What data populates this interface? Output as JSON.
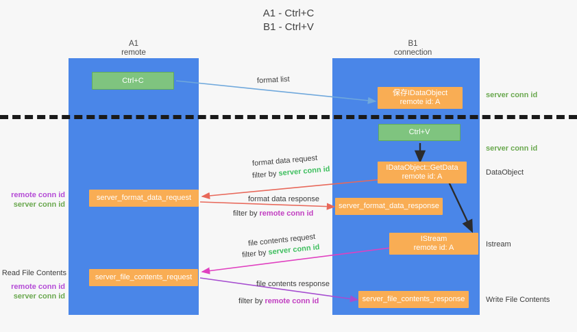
{
  "title": {
    "line1": "A1 - Ctrl+C",
    "line2": "B1 - Ctrl+V"
  },
  "lanes": [
    {
      "id": "a1",
      "name": "A1",
      "sub": "remote"
    },
    {
      "id": "b1",
      "name": "B1",
      "sub": "connection"
    }
  ],
  "boxes": {
    "ctrl_c": {
      "label": "Ctrl+C"
    },
    "ctrl_v": {
      "label": "Ctrl+V"
    },
    "save_dataobject": {
      "label": "保存IDataObject\nremote id: A"
    },
    "getdata": {
      "label": "IDataObject::GetData\nremote id: A"
    },
    "istream": {
      "label": "IStream\nremote id: A"
    },
    "fmt_req": {
      "label": "server_format_data_request"
    },
    "fmt_resp": {
      "label": "server_format_data_response"
    },
    "file_req": {
      "label": "server_file_contents_request"
    },
    "file_resp": {
      "label": "server_file_contents_response"
    }
  },
  "right_labels": {
    "server_conn_top": "server conn id",
    "server_conn_second": "server conn id",
    "dataobject": "DataObject",
    "istream": "Istream",
    "write_file": "Write File Contents"
  },
  "left_labels": {
    "pair_top": {
      "remote": "remote conn id",
      "server": "server conn id"
    },
    "read_file": "Read File Contents",
    "pair_bottom": {
      "remote": "remote conn id",
      "server": "server conn id"
    }
  },
  "edges": [
    {
      "id": "format-list",
      "text": "format list"
    },
    {
      "id": "fmt-data-req",
      "text": "format data request"
    },
    {
      "id": "fmt-data-req-filter-pre",
      "text": "filter by ",
      "highlight": "server conn id",
      "highlight_color": "green"
    },
    {
      "id": "fmt-data-resp",
      "text": "format data response"
    },
    {
      "id": "fmt-data-resp-filter-pre",
      "text": "filter by ",
      "highlight": "remote conn id",
      "highlight_color": "purple"
    },
    {
      "id": "file-req",
      "text": "file contents request"
    },
    {
      "id": "file-req-filter-pre",
      "text": "filter by ",
      "highlight": "server conn id",
      "highlight_color": "green"
    },
    {
      "id": "file-resp",
      "text": "file contents response"
    },
    {
      "id": "file-resp-filter-pre",
      "text": "filter by ",
      "highlight": "remote conn id",
      "highlight_color": "purple"
    }
  ],
  "colors": {
    "lane": "#4a86e8",
    "green_box": "#7fc47f",
    "orange_box": "#f9ad54",
    "green_text": "#6aa84f",
    "purple_text": "#b44bd6",
    "arrow_blue": "#6fa8dc",
    "arrow_red": "#e8685a",
    "arrow_magenta": "#e040c0",
    "arrow_purple": "#a64dd0",
    "arrow_dark": "#2b2b2b",
    "background": "#f7f7f7"
  }
}
